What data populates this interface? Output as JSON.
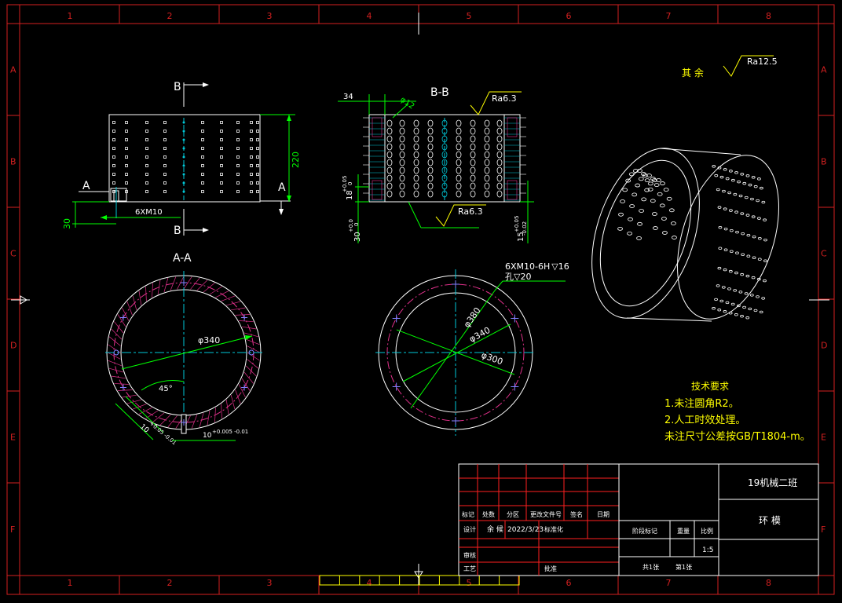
{
  "colors": {
    "background": "#000000",
    "frame": "#d32020",
    "outline": "#ffffff",
    "dimension": "#00ff00",
    "annotation": "#ffff00",
    "centerline": "#00c8d8",
    "hatch": "#e0308a",
    "table_line": "#ff2020"
  },
  "border": {
    "columns": [
      "1",
      "2",
      "3",
      "4",
      "5",
      "6",
      "7",
      "8"
    ],
    "rows": [
      "A",
      "B",
      "C",
      "D",
      "E",
      "F"
    ]
  },
  "views": {
    "front_section_top": "B",
    "front_section_bottom": "B",
    "front_section_left": "A",
    "front_section_right": "A",
    "section_bb_title": "B-B",
    "section_aa_title": "A-A"
  },
  "dims": {
    "height_220": "220",
    "bottom_30": "30",
    "thread_6xm10": "6XM10",
    "dim_34": "34",
    "dim_phi12": "φ12",
    "ra_63_top": "Ra6.3",
    "ra_63_bottom": "Ra6.3",
    "tol_18": "18",
    "tol_18_up": "+0.05",
    "tol_18_lo": "0",
    "tol_30": "30",
    "tol_30_up": "+0.0",
    "tol_30_lo": "0",
    "tol_15": "15",
    "tol_15_up": "+0.05",
    "tol_15_lo": "-0.02",
    "aa_phi340": "φ340",
    "aa_angle": "45°",
    "aa_10a": "10",
    "aa_10a_tol": "+0.05 -0.01",
    "aa_10b": "10",
    "aa_10b_tol": "+0.005 -0.01",
    "hole_callout_1": "6XM10-6H",
    "hole_callout_1_depth": "16",
    "hole_callout_2_depth": "20",
    "c_phi380": "φ380",
    "c_phi340": "φ340",
    "c_phi300": "φ300"
  },
  "roughness": {
    "label": "其 余",
    "value": "Ra12.5"
  },
  "requirements": {
    "title": "技术要求",
    "items": [
      "1.未注圆角R2。",
      "2.人工时效处理。",
      "未注尺寸公差按GB/T1804-m。"
    ]
  },
  "title_block": {
    "school": "19机械二班",
    "part_name": "环 模",
    "header_cells": [
      "标记",
      "处数",
      "分区",
      "更改文件号",
      "签名",
      "日期"
    ],
    "design_label": "设计",
    "designer": "余 候",
    "date": "2022/3/23",
    "std_label": "标准化",
    "check_label": "审核",
    "process_label": "工艺",
    "approve_label": "批准",
    "stage_label": "阶段标记",
    "weight_label": "重量",
    "scale_label": "比例",
    "scale": "1:5",
    "sheets_total": "共1张",
    "sheet_no": "第1张"
  }
}
